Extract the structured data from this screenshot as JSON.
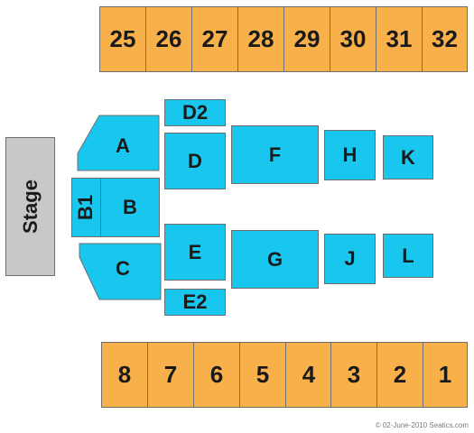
{
  "stage": {
    "label": "Stage"
  },
  "top_sections": [
    "25",
    "26",
    "27",
    "28",
    "29",
    "30",
    "31",
    "32"
  ],
  "bottom_sections": [
    "8",
    "7",
    "6",
    "5",
    "4",
    "3",
    "2",
    "1"
  ],
  "floor_sections": {
    "a": "A",
    "b": "B",
    "b1": "B1",
    "c": "C",
    "d": "D",
    "d2": "D2",
    "e": "E",
    "e2": "E2",
    "f": "F",
    "g": "G",
    "h": "H",
    "j": "J",
    "k": "K",
    "l": "L"
  },
  "credit": "© 02-June-2010 Seatics.com",
  "colors": {
    "riser": "#f8b04a",
    "floor": "#19c6ee",
    "stage": "#c8c8c8",
    "border": "#6f6f6f"
  }
}
